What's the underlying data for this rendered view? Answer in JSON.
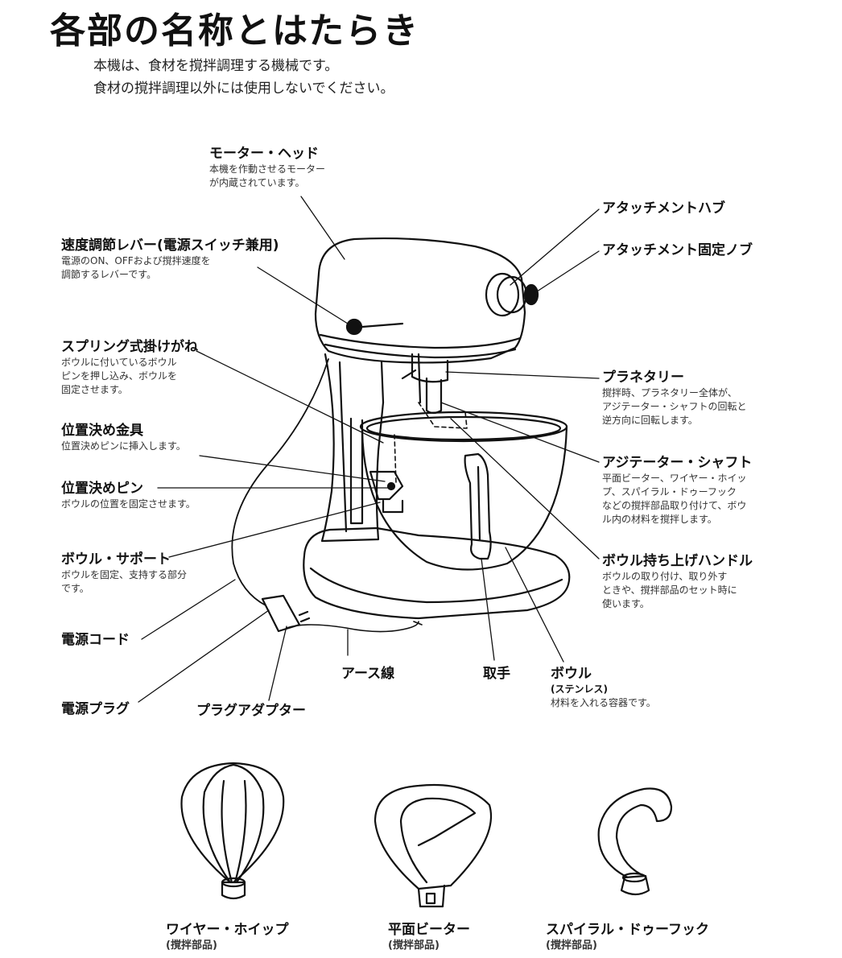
{
  "page": {
    "title": "各部の名称とはたらき",
    "intro": [
      "本機は、食材を撹拌調理する機械です。",
      "食材の撹拌調理以外には使用しないでください。"
    ]
  },
  "parts": {
    "motor_head": {
      "name": "モーター・ヘッド",
      "desc": [
        "本機を作動させるモーター",
        "が内蔵されています。"
      ]
    },
    "speed_lever": {
      "name": "速度調節レバー(電源スイッチ兼用)",
      "desc": [
        "電源のON、OFFおよび撹拌速度を",
        "調節するレバーです。"
      ]
    },
    "spring_latch": {
      "name": "スプリング式掛けがね",
      "desc": [
        "ボウルに付いているボウル",
        "ピンを押し込み、ボウルを",
        "固定させます。"
      ]
    },
    "positioning_bracket": {
      "name": "位置決め金具",
      "desc": [
        "位置決めピンに挿入します。"
      ]
    },
    "positioning_pin": {
      "name": "位置決めピン",
      "desc": [
        "ボウルの位置を固定させます。"
      ]
    },
    "bowl_support": {
      "name": "ボウル・サポート",
      "desc": [
        "ボウルを固定、支持する部分",
        "です。"
      ]
    },
    "power_cord": {
      "name": "電源コード"
    },
    "power_plug": {
      "name": "電源プラグ"
    },
    "plug_adapter": {
      "name": "プラグアダプター"
    },
    "earth_wire": {
      "name": "アース線"
    },
    "grip": {
      "name": "取手"
    },
    "bowl": {
      "name": "ボウル",
      "sub": "(ステンレス)",
      "desc": [
        "材料を入れる容器です。"
      ]
    },
    "attachment_hub": {
      "name": "アタッチメントハブ"
    },
    "attachment_knob": {
      "name": "アタッチメント固定ノブ"
    },
    "planetary": {
      "name": "プラネタリー",
      "desc": [
        "撹拌時、プラネタリー全体が、",
        "アジテーター・シャフトの回転と",
        "逆方向に回転します。"
      ]
    },
    "agitator_shaft": {
      "name": "アジテーター・シャフト",
      "desc": [
        "平面ビーター、ワイヤー・ホイッ",
        "プ、スパイラル・ドゥーフック",
        "などの撹拌部品取り付けて、ボウ",
        "ル内の材料を撹拌します。"
      ]
    },
    "bowl_lift_handle": {
      "name": "ボウル持ち上げハンドル",
      "desc": [
        "ボウルの取り付け、取り外す",
        "ときや、撹拌部品のセット時に",
        "使います。"
      ]
    }
  },
  "accessories": [
    {
      "name": "ワイヤー・ホイップ",
      "sub": "(撹拌部品)",
      "icon": "wire-whip-icon"
    },
    {
      "name": "平面ビーター",
      "sub": "(撹拌部品)",
      "icon": "flat-beater-icon"
    },
    {
      "name": "スパイラル・ドゥーフック",
      "sub": "(撹拌部品)",
      "icon": "dough-hook-icon"
    }
  ]
}
